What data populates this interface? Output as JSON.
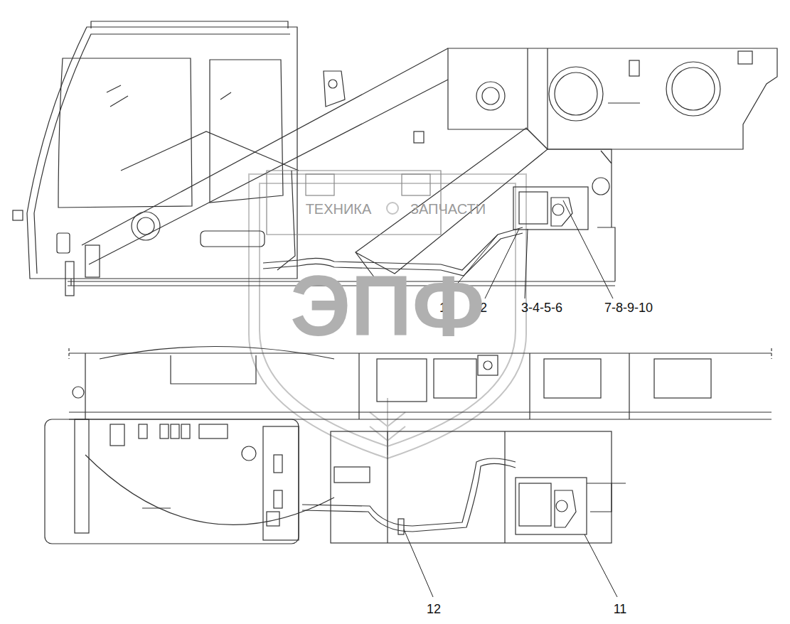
{
  "diagram": {
    "labels": [
      "1",
      "2",
      "3-4-5-6",
      "7-8-9-10",
      "12",
      "11",
      "ТЕХНИКА",
      "ЗАПЧАСТИ",
      "ЭПФ"
    ]
  }
}
